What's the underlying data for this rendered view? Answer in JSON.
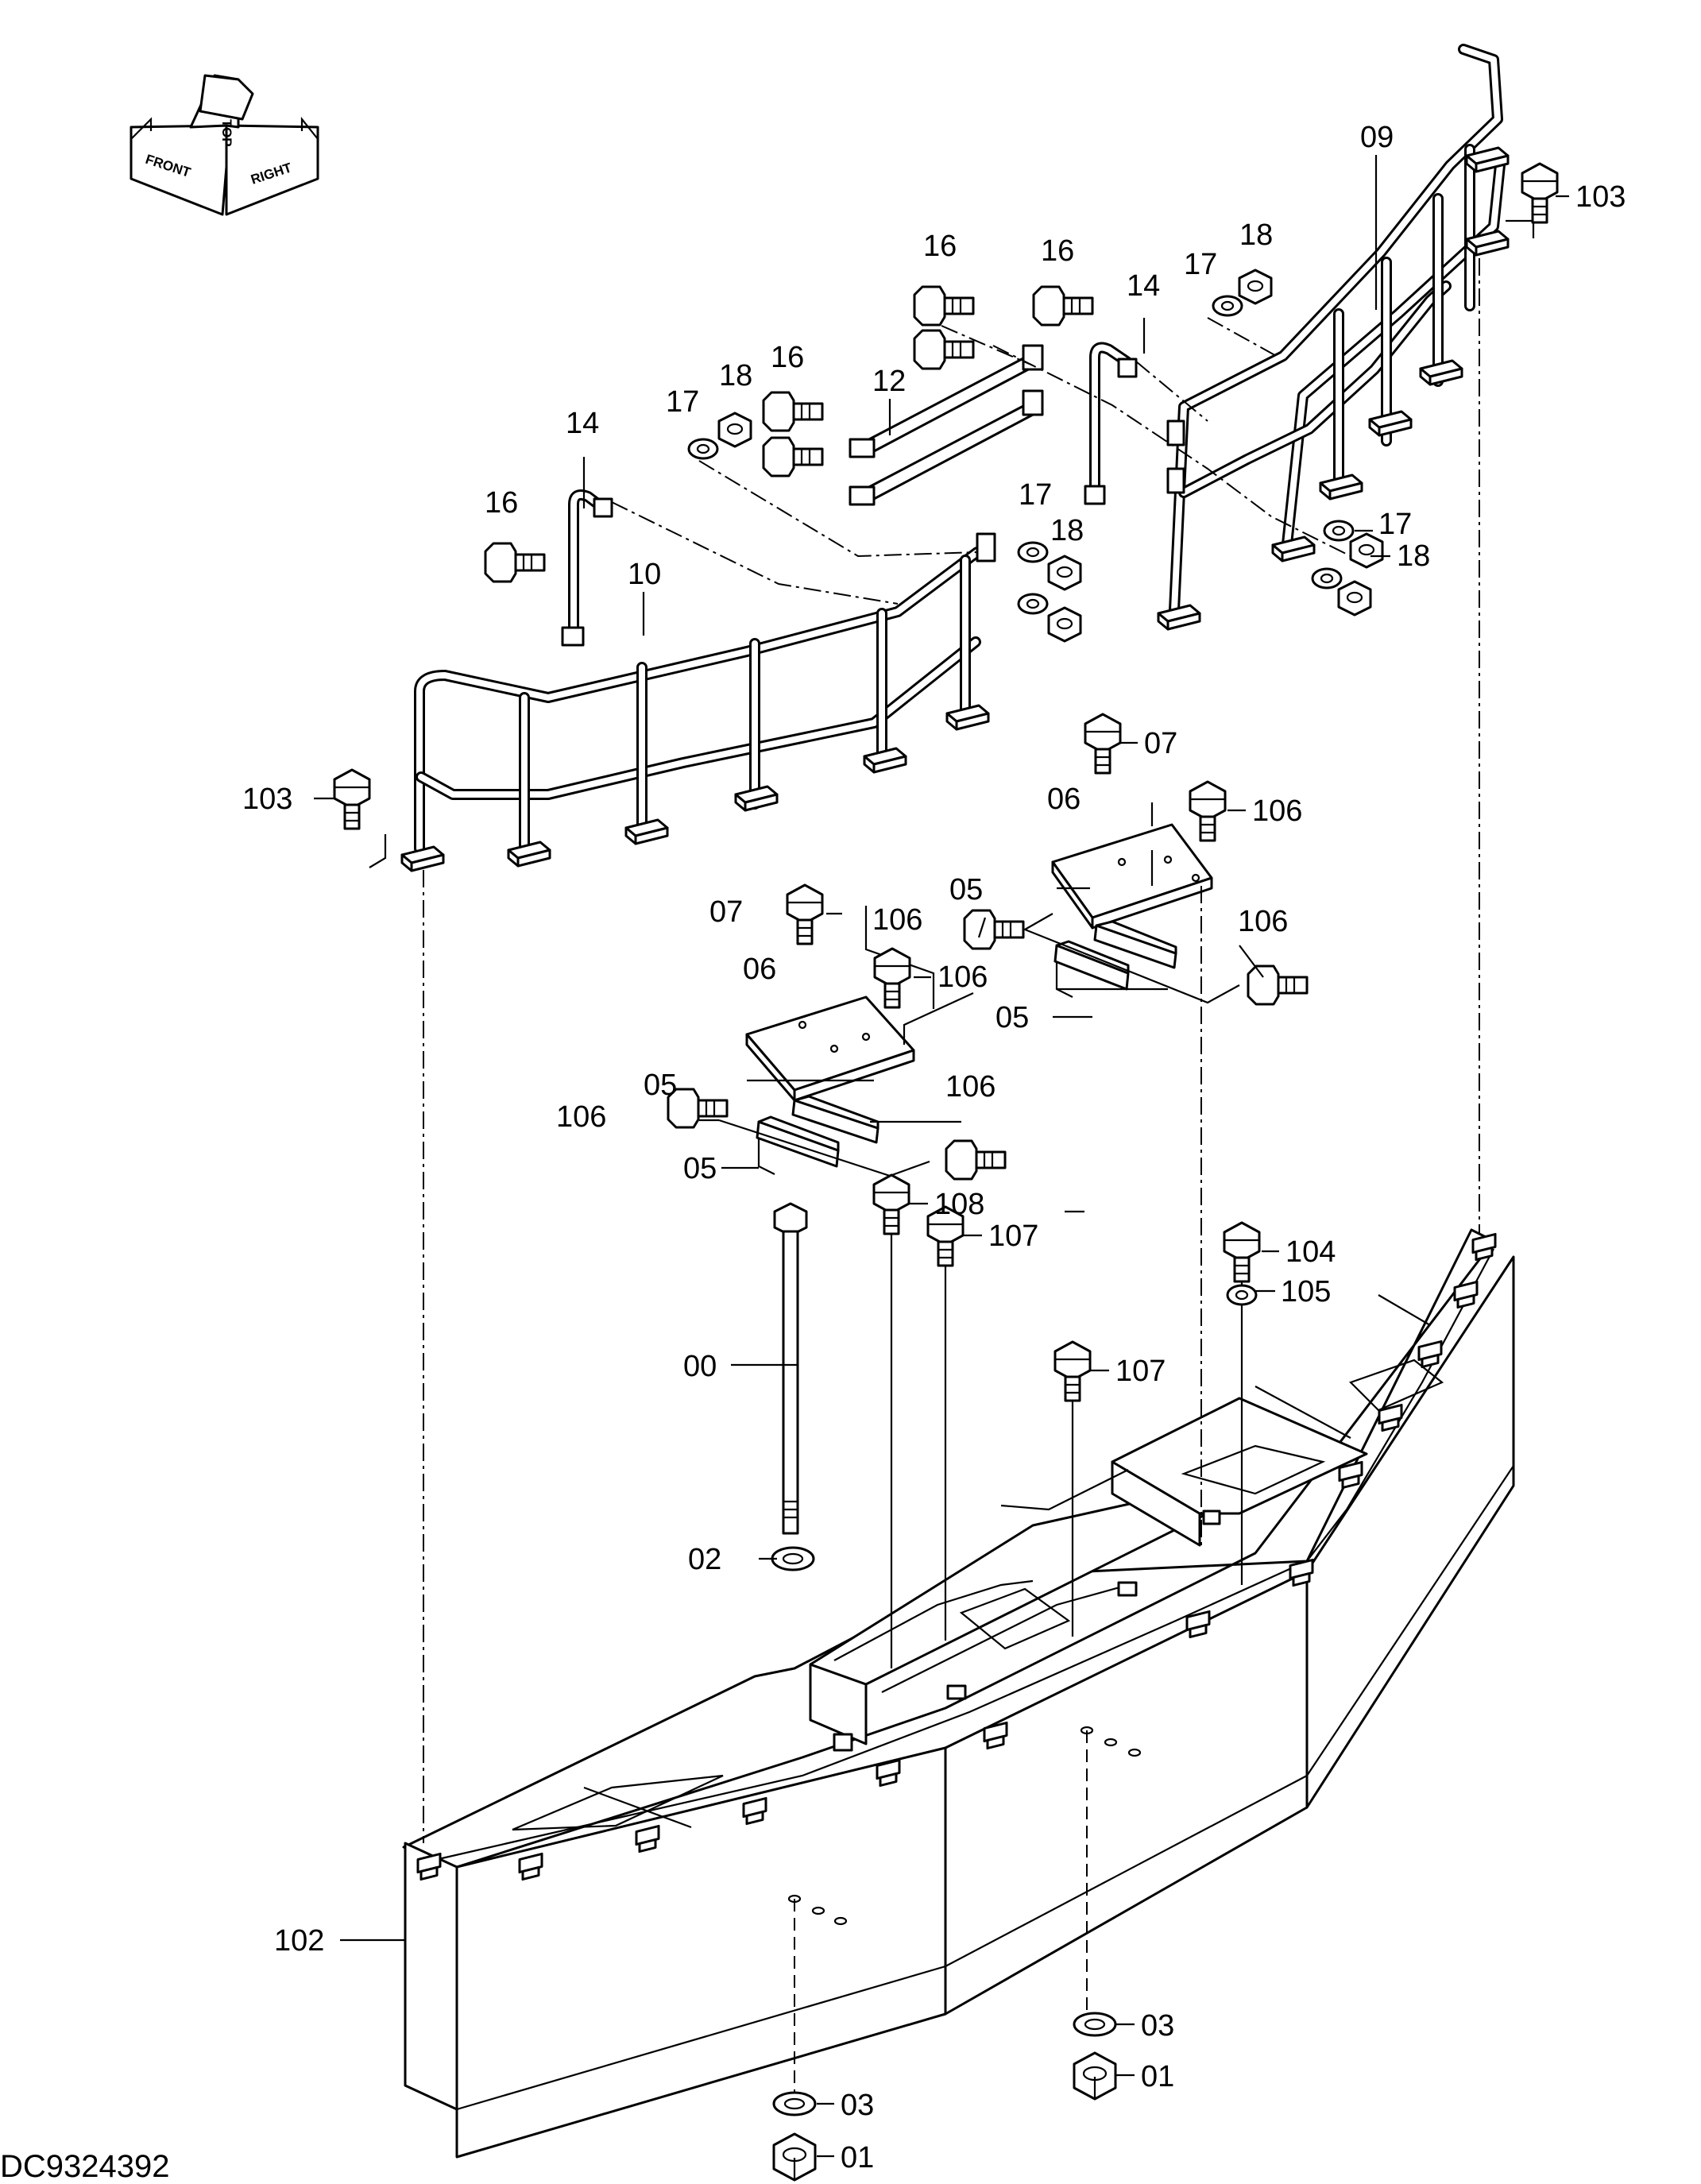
{
  "drawing_code": "DC9324392",
  "orientation": {
    "front": "FRONT",
    "top": "TOP",
    "right": "RIGHT"
  },
  "callouts": {
    "c00": "00",
    "c01a": "01",
    "c01b": "01",
    "c02": "02",
    "c03a": "03",
    "c03b": "03",
    "c05a": "05",
    "c05b": "05",
    "c05c": "05",
    "c05d": "05",
    "c06a": "06",
    "c06b": "06",
    "c07a": "07",
    "c07b": "07",
    "c09": "09",
    "c10": "10",
    "c12": "12",
    "c14a": "14",
    "c14b": "14",
    "c16a": "16",
    "c16b": "16",
    "c16c": "16",
    "c16d": "16",
    "c17a": "17",
    "c17b": "17",
    "c17c": "17",
    "c17d": "17",
    "c18a": "18",
    "c18b": "18",
    "c18c": "18",
    "c18d": "18",
    "c102": "102",
    "c103a": "103",
    "c103b": "103",
    "c104": "104",
    "c105": "105",
    "c106a": "106",
    "c106b": "106",
    "c106c": "106",
    "c106d": "106",
    "c106e": "106",
    "c106f": "106",
    "c107a": "107",
    "c107b": "107",
    "c108": "108"
  }
}
